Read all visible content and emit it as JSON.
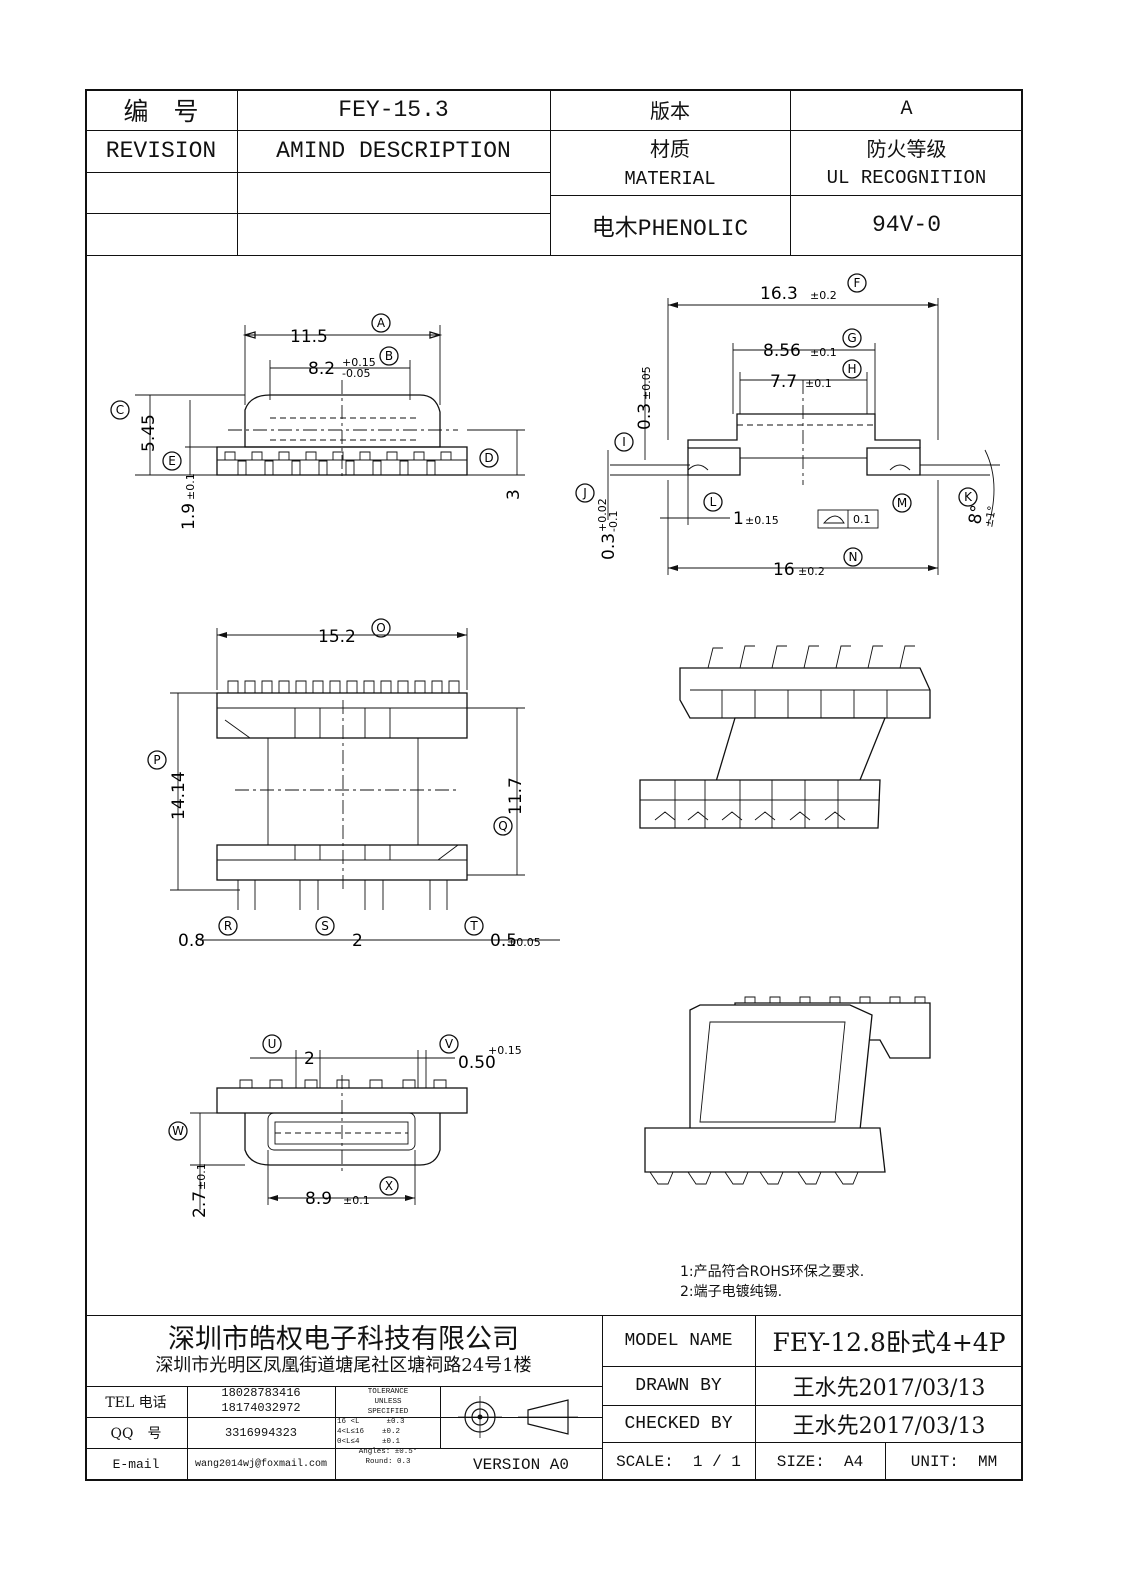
{
  "header": {
    "number_label": "编　号",
    "number_value": "FEY-15.3",
    "revision_label": "REVISION",
    "amend_label": "AMIND DESCRIPTION",
    "version_label": "版本",
    "version_value": "A",
    "material_label_cn": "材质",
    "material_label_en": "MATERIAL",
    "fire_label_cn": "防火等级",
    "fire_label_en": "UL RECOGNITION",
    "material_value": "电木PHENOLIC",
    "fire_value": "94V-0"
  },
  "dimensions": {
    "A": "11.5",
    "B": "8.2",
    "B_tol_plus": "+0.15",
    "B_tol_minus": "-0.05",
    "C": "5.45",
    "D": "3",
    "E": "1.9",
    "E_tol": "±0.1",
    "F": "16.3",
    "F_tol": "±0.2",
    "G": "8.56",
    "G_tol": "±0.1",
    "H": "7.7",
    "H_tol": "±0.1",
    "I": "0.3",
    "I_tol": "±0.05",
    "J": "0.3",
    "J_tol_plus": "+0.02",
    "J_tol_minus": "-0.1",
    "K": "8°",
    "K_tol": "±1°",
    "L": "1",
    "L_tol": "±0.15",
    "M": "0.1",
    "N": "16",
    "N_tol": "±0.2",
    "O": "15.2",
    "P": "14.14",
    "Q": "11.7",
    "R": "0.8",
    "S": "2",
    "T": "0.5",
    "T_tol": "±0.05",
    "U": "2",
    "V": "0.50",
    "V_tol": "+0.15",
    "W": "2.7",
    "W_tol": "±0.1",
    "X": "8.9",
    "X_tol": "±0.1"
  },
  "dim_letters": [
    "A",
    "B",
    "C",
    "D",
    "E",
    "F",
    "G",
    "H",
    "I",
    "J",
    "K",
    "L",
    "M",
    "N",
    "O",
    "P",
    "Q",
    "R",
    "S",
    "T",
    "U",
    "V",
    "W",
    "X"
  ],
  "notes": [
    "1:产品符合ROHS环保之要求.",
    "2:端子电镀纯锡."
  ],
  "title_block": {
    "company_name": "深圳市皓权电子科技有限公司",
    "company_address": "深圳市光明区凤凰街道塘尾社区塘祠路24号1楼",
    "tel_label": "TEL 电话",
    "tel_values": [
      "18028783416",
      "18174032972"
    ],
    "qq_label": "QQ　号",
    "qq_value": "3316994323",
    "email_label": "E-mail",
    "email_value": "wang2014wj@foxmail.com",
    "tolerance_lines": [
      "TOLERANCE",
      "UNLESS",
      "SPECIFIED",
      "16 <L      ±0.3",
      "4<L≤16    ±0.2",
      "0<L≤4     ±0.1",
      "Angles: ±0.5°",
      "Round: 0.3"
    ],
    "version": "VERSION A0",
    "model_label": "MODEL NAME",
    "model_value": "FEY-12.8卧式4+4P",
    "drawn_label": "DRAWN BY",
    "drawn_value": "王水先2017/03/13",
    "checked_label": "CHECKED BY",
    "checked_value": "王水先2017/03/13",
    "scale": "SCALE:  1 / 1",
    "size": "SIZE:  A4",
    "unit": "UNIT:  MM"
  }
}
